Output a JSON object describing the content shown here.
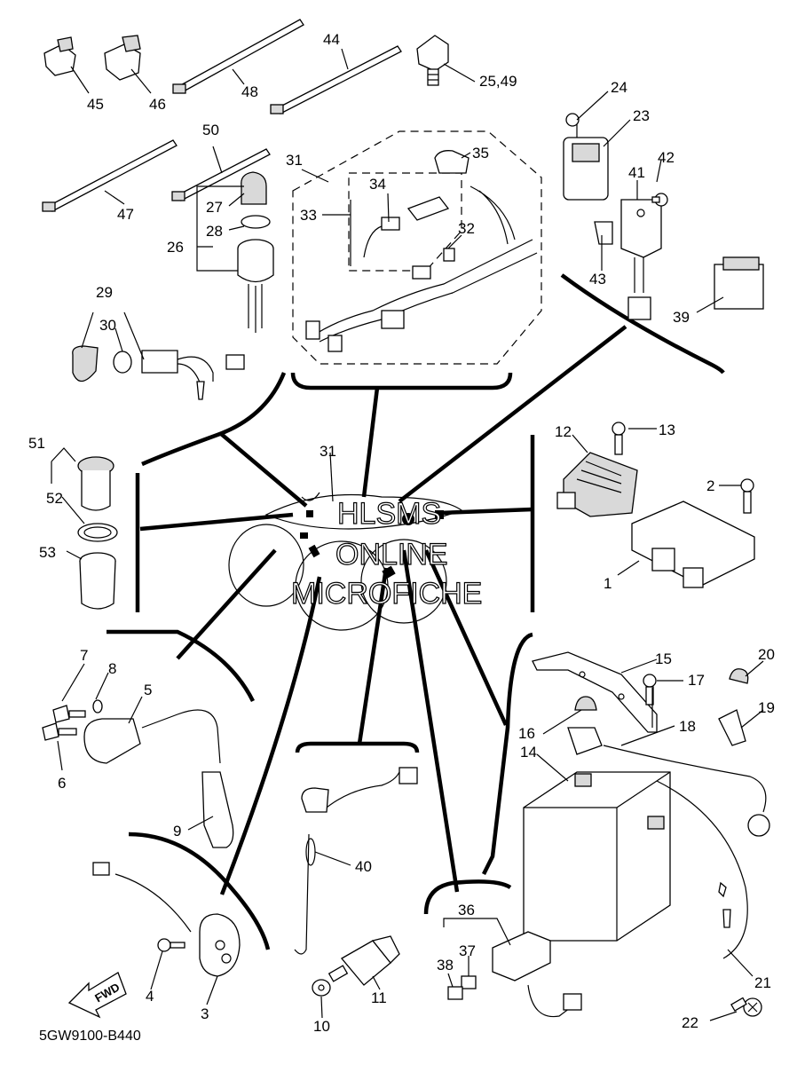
{
  "diagram_code": "5GW9100-B440",
  "watermark": {
    "line1": "HLSMS",
    "line2": "ONLINE",
    "line3": "MICROFICHE"
  },
  "fwd_label": "FWD",
  "callouts": {
    "c1": "1",
    "c2": "2",
    "c3": "3",
    "c4": "4",
    "c5": "5",
    "c6": "6",
    "c7": "7",
    "c8": "8",
    "c9": "9",
    "c10": "10",
    "c11": "11",
    "c12": "12",
    "c13": "13",
    "c14": "14",
    "c15": "15",
    "c16": "16",
    "c17": "17",
    "c18": "18",
    "c19": "19",
    "c20": "20",
    "c21": "21",
    "c22": "22",
    "c23": "23",
    "c24": "24",
    "c25_49": "25,49",
    "c26": "26",
    "c27": "27",
    "c28": "28",
    "c29": "29",
    "c30": "30",
    "c31": "31",
    "c31b": "31",
    "c32": "32",
    "c33": "33",
    "c34": "34",
    "c35": "35",
    "c36": "36",
    "c37": "37",
    "c38": "38",
    "c39": "39",
    "c40": "40",
    "c41": "41",
    "c42": "42",
    "c43": "43",
    "c44": "44",
    "c45": "45",
    "c46": "46",
    "c47": "47",
    "c48": "48",
    "c50": "50",
    "c51": "51",
    "c52": "52",
    "c53": "53"
  }
}
